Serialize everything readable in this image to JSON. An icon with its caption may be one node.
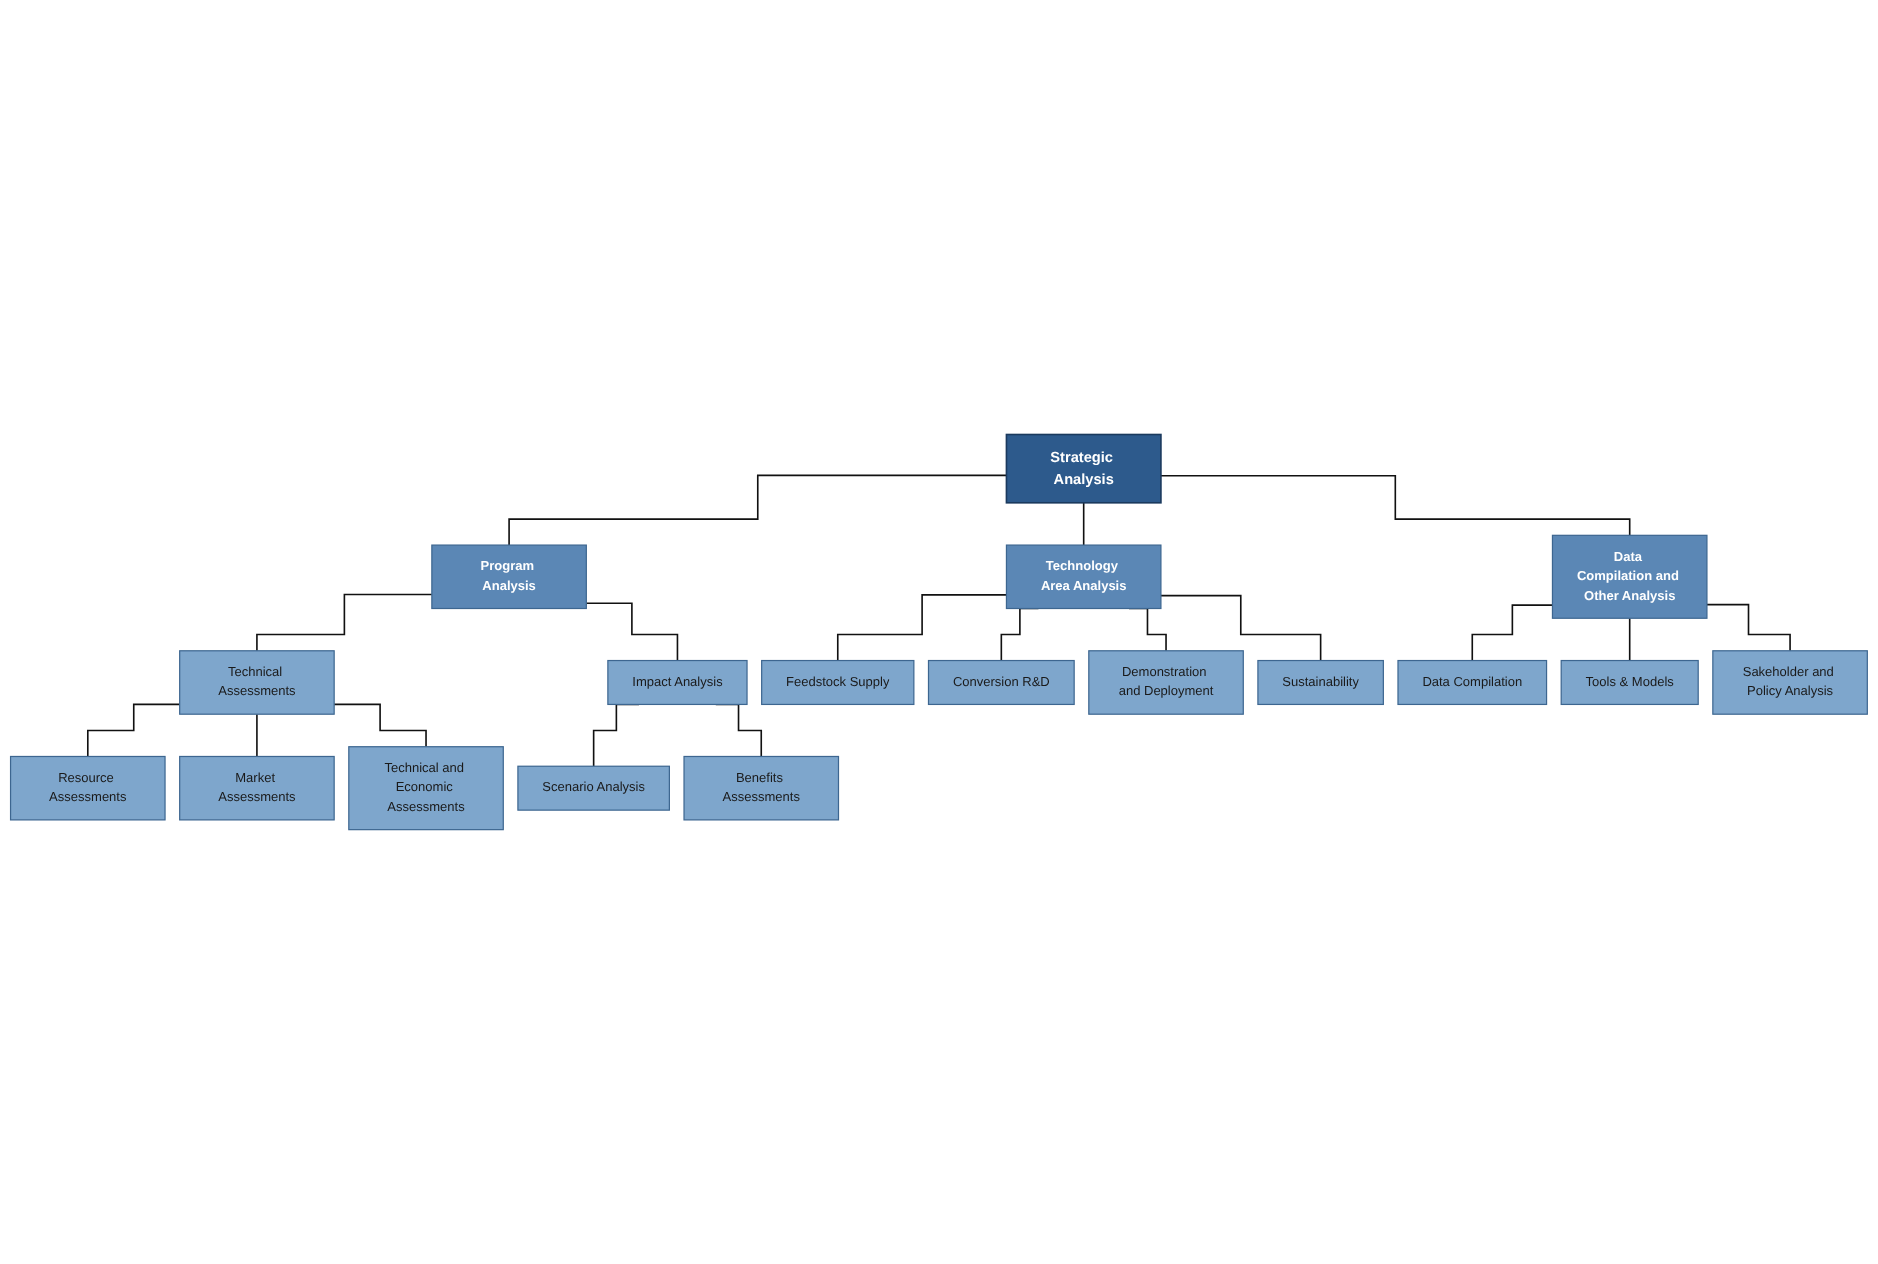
{
  "diagram": {
    "nodes": [
      {
        "text": [
          "Strategic Analysis"
        ]
      },
      {
        "text": [
          "Program Analysis"
        ]
      },
      {
        "text": [
          "Technology Area Analysis"
        ]
      },
      {
        "text": [
          "Data Compilation and Other Analysis"
        ]
      },
      {
        "text": [
          "Technical Assessments"
        ]
      },
      {
        "text": [
          "Impact Analysis"
        ]
      },
      {
        "text": [
          "Resource Assessments"
        ]
      },
      {
        "text": [
          "Market Assessments"
        ]
      },
      {
        "text": [
          "Technical and Economic Assessments"
        ]
      },
      {
        "text": [
          "Scenario Analysis"
        ]
      },
      {
        "text": [
          "Benefits Assessments"
        ]
      },
      {
        "text": [
          "Feedstock Supply"
        ]
      },
      {
        "text": [
          "Conversion R&D"
        ]
      },
      {
        "text": [
          "Demonstration and Deployment"
        ]
      },
      {
        "text": [
          "Sustainability"
        ]
      },
      {
        "text": [
          "Data Compilation"
        ]
      },
      {
        "text": [
          "Tools & Models"
        ]
      },
      {
        "text": [
          "Sakeholder and Policy Analysis"
        ]
      }
    ],
    "edges": [
      {
        "from": 0,
        "to": 1,
        "arrow": "none"
      },
      {
        "from": 0,
        "to": 2,
        "arrow": "none"
      },
      {
        "from": 0,
        "to": 3,
        "arrow": "none"
      },
      {
        "from": 1,
        "to": 4,
        "arrow": "none"
      },
      {
        "from": 1,
        "to": 5,
        "arrow": "none"
      },
      {
        "from": 4,
        "to": 6,
        "arrow": "none"
      },
      {
        "from": 4,
        "to": 7,
        "arrow": "none"
      },
      {
        "from": 4,
        "to": 8,
        "arrow": "none"
      },
      {
        "from": 5,
        "to": 9,
        "arrow": "none"
      },
      {
        "from": 5,
        "to": 10,
        "arrow": "none"
      },
      {
        "from": 2,
        "to": 11,
        "arrow": "none"
      },
      {
        "from": 2,
        "to": 12,
        "arrow": "none"
      },
      {
        "from": 2,
        "to": 13,
        "arrow": "none"
      },
      {
        "from": 2,
        "to": 14,
        "arrow": "none"
      },
      {
        "from": 3,
        "to": 15,
        "arrow": "none"
      },
      {
        "from": 3,
        "to": 16,
        "arrow": "none"
      },
      {
        "from": 3,
        "to": 17,
        "arrow": "none"
      }
    ]
  }
}
